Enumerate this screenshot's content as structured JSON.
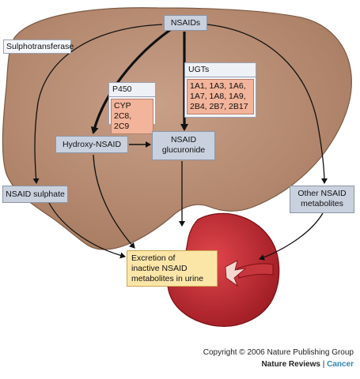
{
  "labels": {
    "nsaids": "NSAIDs",
    "sulphotransferase": "Sulphotransferase",
    "ugts_title": "UGTs",
    "ugts_line1": "1A1, 1A3, 1A6,",
    "ugts_line2": "1A7, 1A8, 1A9,",
    "ugts_line3": "2B4, 2B7, 2B17",
    "p450_title": "P450",
    "p450_line1": "CYP 2C8,",
    "p450_line2": "2C9",
    "hydroxy": "Hydroxy-NSAID",
    "glucuronide_line1": "NSAID",
    "glucuronide_line2": "glucuronide",
    "sulphate": "NSAID sulphate",
    "other_line1": "Other NSAID",
    "other_line2": "metabolites",
    "excretion_line1": "Excretion of",
    "excretion_line2": "inactive NSAID",
    "excretion_line3": "metabolites in urine"
  },
  "footer": {
    "copyright": "Copyright © 2006 Nature Publishing Group",
    "journal": "Nature Reviews",
    "separator": " | ",
    "section": "Cancer"
  },
  "colors": {
    "liver": "#b88b6f",
    "kidney": "#b8232a",
    "box_gray": "#c9d1de",
    "box_salmon": "#f2b49a",
    "box_yellow": "#fbe6a8",
    "accent_cancer": "#2f86b8"
  }
}
